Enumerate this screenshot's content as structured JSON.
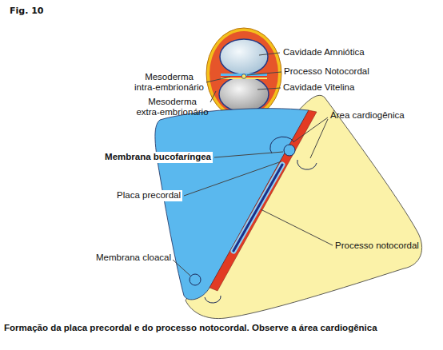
{
  "diagram": {
    "title": "Fig. 10",
    "caption": "Formação da placa precordal e do processo notocordal. Observe a área cardiogênica",
    "labels": [
      "Cavidade Amniótica",
      "Mesoderma intra-embrionário",
      "Processo Notocordal",
      "Mesoderma extra-embrionário",
      "Cavidade Vitelina",
      "Área cardiogênica",
      "Membrana bucofaríngea",
      "Placa precordal",
      "Processo notocordal",
      "Membrana cloacal"
    ]
  }
}
